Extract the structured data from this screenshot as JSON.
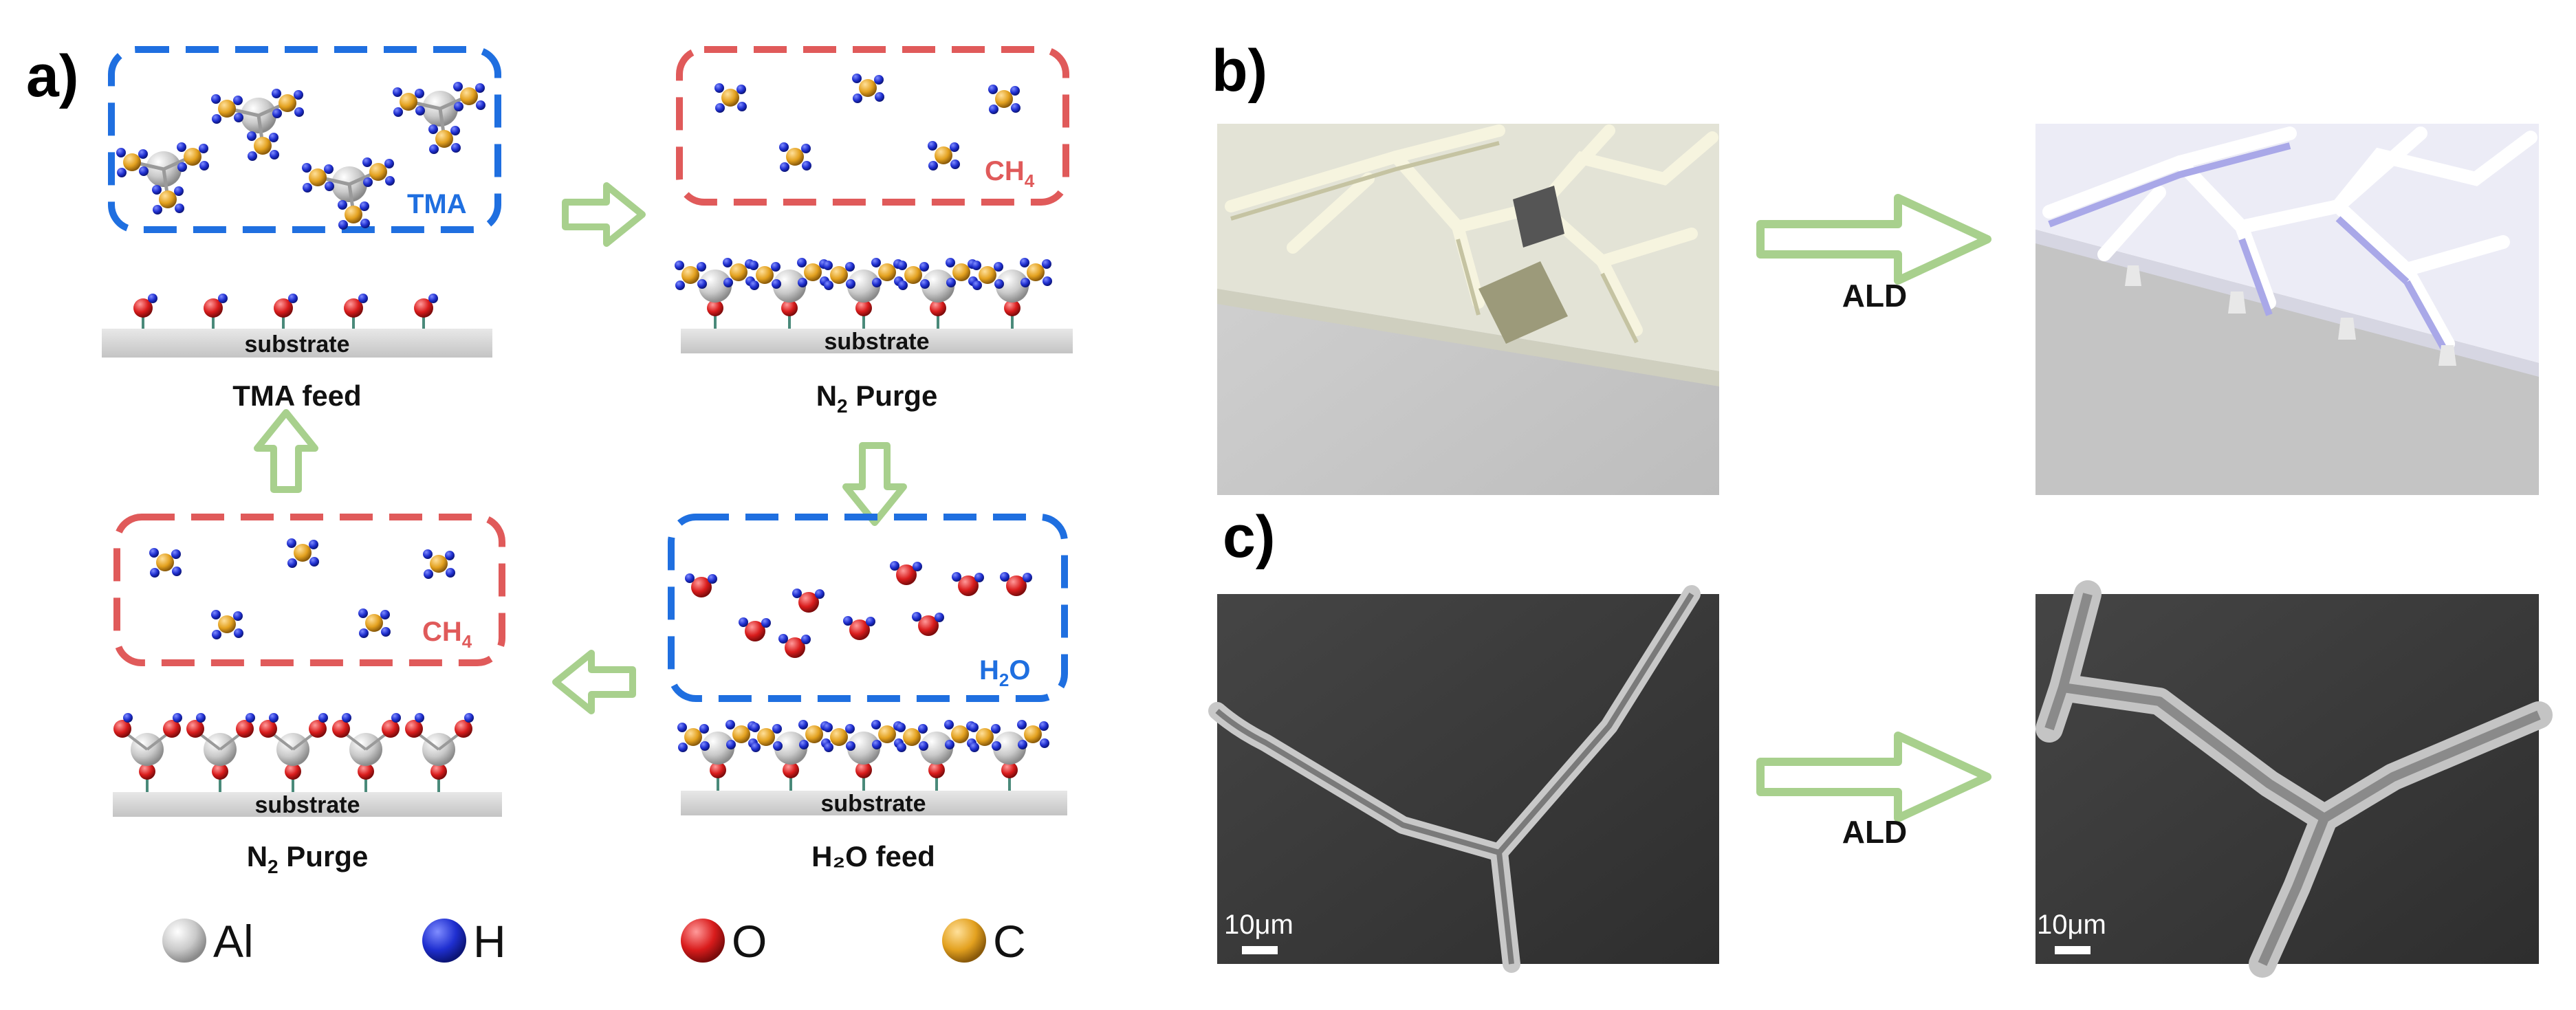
{
  "panels": {
    "a": "a)",
    "b": "b)",
    "c": "c)"
  },
  "cycle": {
    "box_tma": "TMA",
    "box_ch4_top": "CH",
    "box_ch4_top_sub": "4",
    "box_ch4_left": "CH",
    "box_ch4_left_sub": "4",
    "box_h2o_prefix": "H",
    "box_h2o_sub": "2",
    "box_h2o_suffix": "O",
    "substrate": "substrate",
    "step_tma": "TMA feed",
    "step_purge1_prefix": "N",
    "step_purge1_sub": "2",
    "step_purge1_suffix": " Purge",
    "step_purge2_prefix": "N",
    "step_purge2_sub": "2",
    "step_purge2_suffix": " Purge",
    "step_h2o": "H₂O feed"
  },
  "legend": [
    {
      "symbol": "Al",
      "color": "#c8c8c8"
    },
    {
      "symbol": "H",
      "color": "#1f2fd0"
    },
    {
      "symbol": "O",
      "color": "#d91c1c"
    },
    {
      "symbol": "C",
      "color": "#e3a11f"
    }
  ],
  "panel_b": {
    "arrow_label": "ALD"
  },
  "panel_c": {
    "arrow_label": "ALD",
    "scale_left": "10μm",
    "scale_right": "10μm"
  },
  "colors": {
    "blue_box": "#1f6fe0",
    "red_box": "#e05a5a",
    "arrow_green": "#a8d08d",
    "sem_bg": "#3a3a3a"
  }
}
